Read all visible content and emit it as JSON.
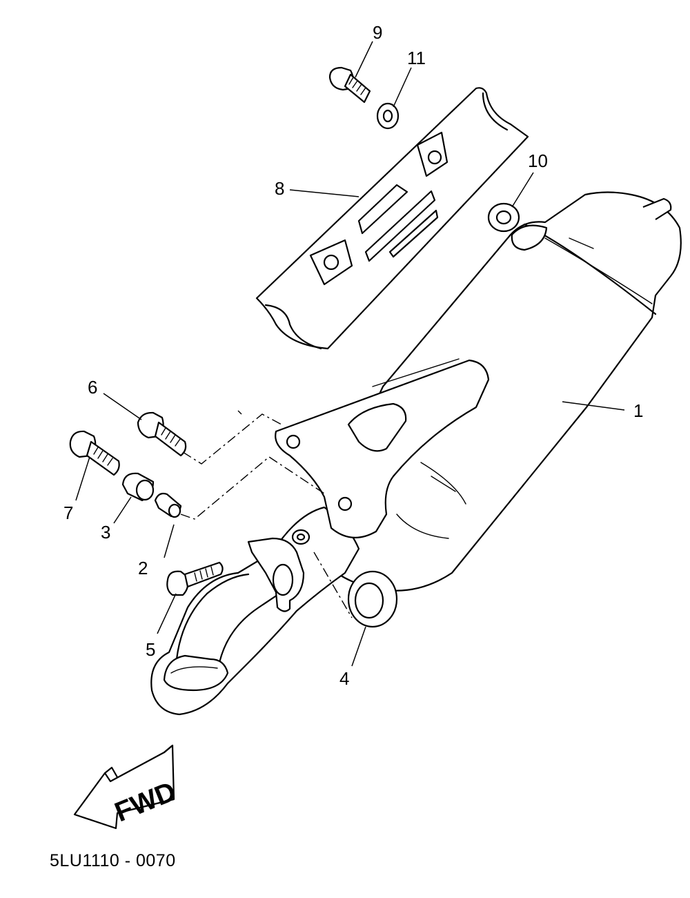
{
  "diagram": {
    "document_code": "5LU1110 - 0070",
    "direction_label": "FWD",
    "callouts": {
      "muffler": "1",
      "collar_small": "2",
      "collar_large": "3",
      "gasket": "4",
      "bolt_flange": "5",
      "bolt_upper": "6",
      "bolt_lower": "7",
      "heat_protector": "8",
      "protector_screw": "9",
      "washer_10": "10",
      "washer_11": "11"
    }
  }
}
